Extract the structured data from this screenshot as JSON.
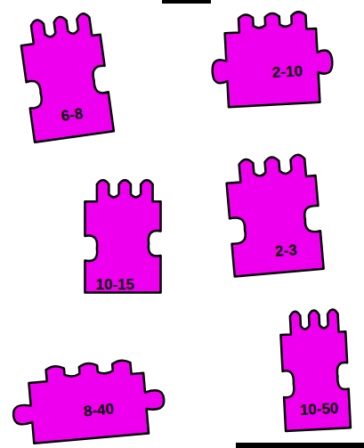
{
  "diagram": {
    "nodes": [
      {
        "text": [
          "6-8"
        ]
      },
      {
        "text": [
          "2-10"
        ]
      },
      {
        "text": [
          "10-15"
        ]
      },
      {
        "text": [
          "2-3"
        ]
      },
      {
        "text": [
          "8-40"
        ]
      },
      {
        "text": [
          "10-50"
        ]
      }
    ]
  }
}
